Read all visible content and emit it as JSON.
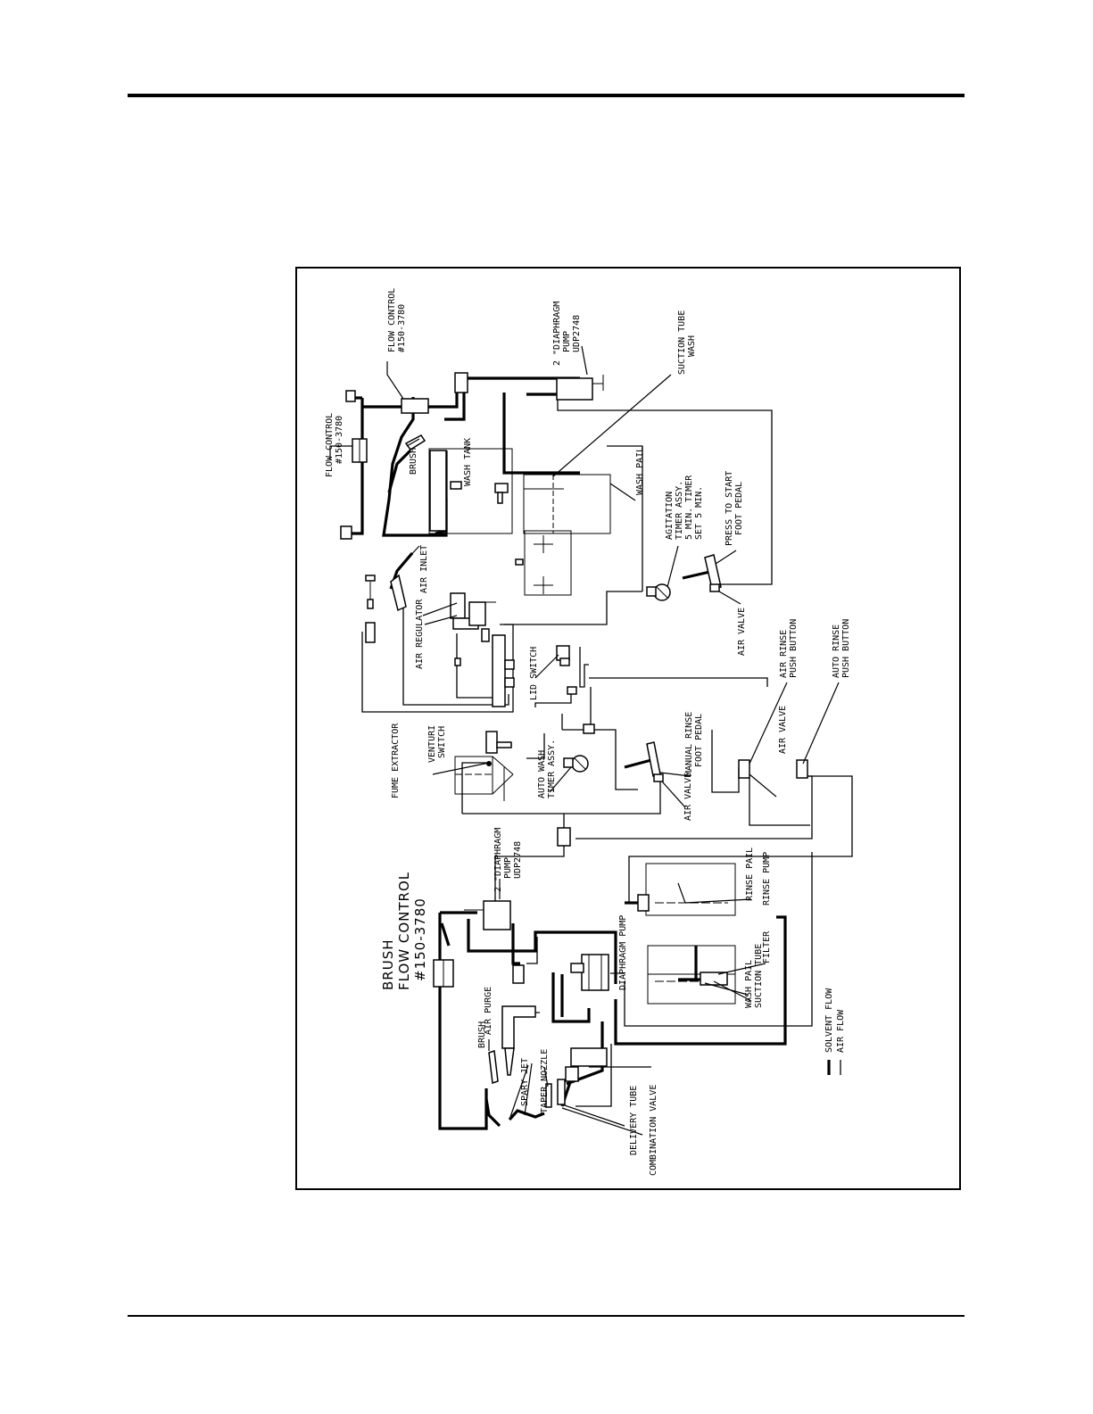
{
  "diagram": {
    "labels": {
      "flow_control_top": "FLOW CONTROL",
      "flow_control_top_pn": "#150-3780",
      "flow_control_left": "FLOW CONTROL",
      "flow_control_left_pn": "#150-3780",
      "pump_top_1": "2 \"DIAPHRAGM",
      "pump_top_2": "PUMP",
      "pump_top_3": "UDP2748",
      "suction_tube_1": "SUCTION TUBE",
      "suction_tube_2": "WASH",
      "brush_top": "BRUSH",
      "wash_tank": "WASH TANK",
      "wash_pail": "WASH PAIL",
      "agitation_1": "AGITATION",
      "agitation_2": "TIMER ASSY.",
      "agitation_3": "5 MIN. TIMER",
      "agitation_4": "SET 5 MIN.",
      "press_start_1": "PRESS TO START",
      "press_start_2": "FOOT PEDAL",
      "air_inlet": "AIR INLET",
      "air_regulator": "AIR REGULATOR",
      "air_valve_1": "AIR VALVE",
      "air_rinse_1": "AIR RINSE",
      "air_rinse_2": "PUSH BUTTON",
      "auto_rinse_1": "AUTO RINSE",
      "auto_rinse_2": "PUSH BUTTON",
      "lid_switch": "LID SWITCH",
      "venturi_1": "VENTURI",
      "venturi_2": "SWITCH",
      "fume_extractor": "FUME EXTRACTOR",
      "auto_wash_1": "AUTO WASH",
      "auto_wash_2": "TIMER ASSY.",
      "manual_rinse_1": "MANUAL RINSE",
      "manual_rinse_2": "FOOT PEDAL",
      "air_valve_2": "AIR VALVE",
      "air_valve_3": "AIR VALVE",
      "pump_bottom_1": "2 \"DIAPHRAGM",
      "pump_bottom_2": "PUMP",
      "pump_bottom_3": "UDP2748",
      "rinse_pail": "RINSE PAIL",
      "rinse_pump": "RINSE PUMP",
      "brush_fc_1": "BRUSH",
      "brush_fc_2": "FLOW CONTROL",
      "brush_fc_3": "#150-3780",
      "diaphragm_pump": "DIAPHRAGM PUMP",
      "wash_pail_2": "WASH PAIL",
      "suction_tube_3": "SUCTION TUBE",
      "filter": "FILTER",
      "air_purge": "AIR PURGE",
      "brush_bottom": "BRUSH",
      "spray_jet": "SPARY JET",
      "taper_nozzle": "TAPER NOZZLE",
      "delivery_tube": "DELIVERY TUBE",
      "combination_valve": "COMBINATION VALVE"
    },
    "legend": {
      "solvent_flow": "SOLVENT FLOW",
      "air_flow": "AIR FLOW"
    }
  }
}
